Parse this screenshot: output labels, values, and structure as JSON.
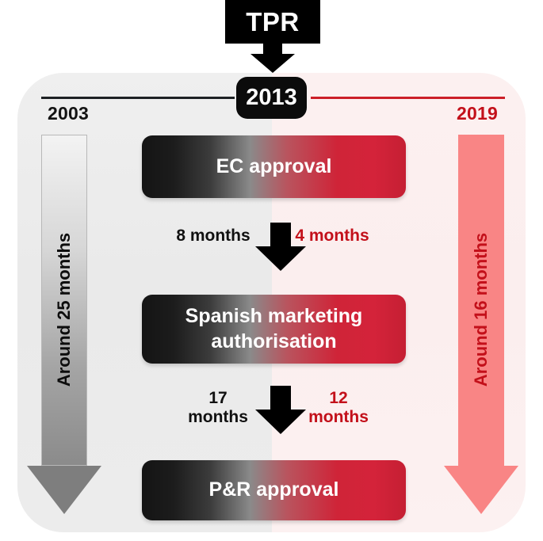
{
  "header": {
    "tpr_label": "TPR",
    "pivot_year": "2013"
  },
  "timeline": {
    "left_year": "2003",
    "right_year": "2019",
    "left_total_label": "Around 25 months",
    "right_total_label": "Around 16 months",
    "left_color": "#1d2124",
    "right_color": "#cc1f28"
  },
  "stages": [
    {
      "id": "ec-approval",
      "label": "EC approval"
    },
    {
      "id": "spanish-marketing-authorisation",
      "label": "Spanish marketing authorisation"
    },
    {
      "id": "pr-approval",
      "label": "P&R  approval"
    }
  ],
  "intervals": [
    {
      "id": "ec-to-spanish",
      "before_label": "8 months",
      "after_label": "4 months"
    },
    {
      "id": "spanish-to-pr",
      "before_label": "17\nmonths",
      "after_label": "12\nmonths"
    }
  ],
  "icons": {
    "tpr_arrow": "down-arrow-icon",
    "mid_arrow": "down-arrow-icon",
    "left_duration_arrow": "down-arrow-icon",
    "right_duration_arrow": "down-arrow-icon"
  },
  "colors": {
    "black": "#000000",
    "red": "#d4233a",
    "dark_red_text": "#c3101a",
    "salmon": "#f98585",
    "grey_panel": "#ececec",
    "pink_panel": "#fbeeee"
  }
}
